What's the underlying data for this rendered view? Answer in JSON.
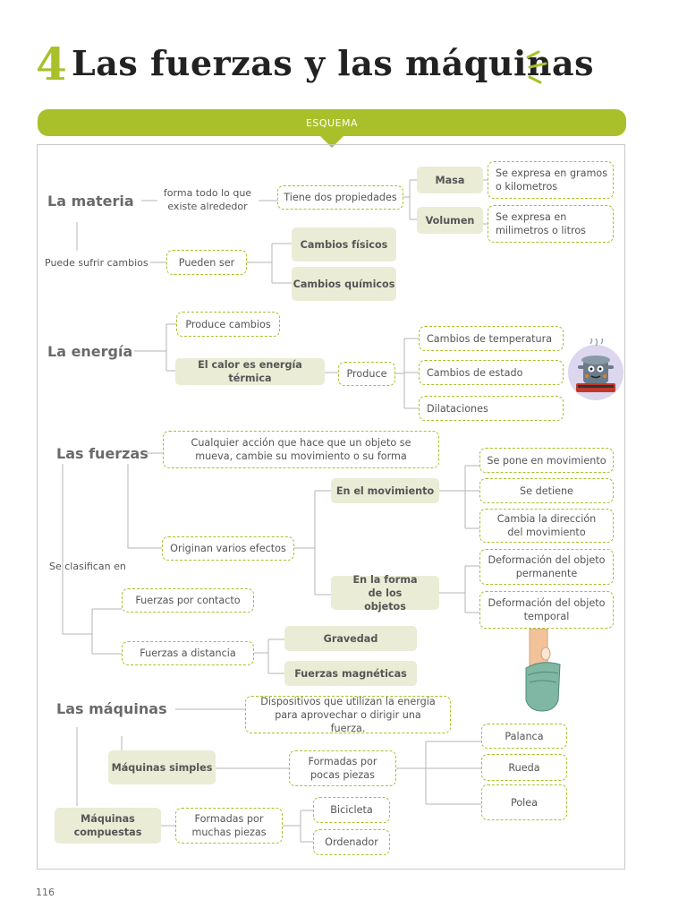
{
  "header": {
    "number": "4",
    "title": "Las fuerzas y las máquinas",
    "banner": "ESQUEMA"
  },
  "materia": {
    "head": "La materia",
    "desc": "forma todo lo que existe alrededor",
    "props": "Tiene dos propiedades",
    "masa": "Masa",
    "masa_desc": "Se expresa en gramos o kilometros",
    "volumen": "Volumen",
    "volumen_desc": "Se expresa en milimetros o litros",
    "cambios_label": "Puede sufrir cambios",
    "pueden_ser": "Pueden ser",
    "fisicos": "Cambios físicos",
    "quimicos": "Cambios químicos"
  },
  "energia": {
    "head": "La energía",
    "produce_cambios": "Produce cambios",
    "calor": "El calor es energía térmica",
    "produce": "Produce",
    "temperatura": "Cambios de temperatura",
    "estado": "Cambios de estado",
    "dilataciones": "Dilataciones"
  },
  "fuerzas": {
    "head": "Las fuerzas",
    "def": "Cualquier acción que hace que un objeto se mueva, cambie su movimiento o su forma",
    "efectos": "Originan varios efectos",
    "movimiento": "En el movimiento",
    "pone": "Se pone en movimiento",
    "detiene": "Se detiene",
    "direccion": "Cambia la dirección del movimiento",
    "forma": "En la forma de los objetos",
    "permanente": "Deformación del objeto permanente",
    "temporal": "Deformación del objeto temporal",
    "clasifican": "Se clasifican en",
    "contacto": "Fuerzas por contacto",
    "distancia": "Fuerzas a distancia",
    "gravedad": "Gravedad",
    "magneticas": "Fuerzas magnéticas"
  },
  "maquinas": {
    "head": "Las máquinas",
    "def": "Dispositivos que utilizan la energía para aprovechar o dirigir una fuerza.",
    "simples": "Máquinas simples",
    "pocas": "Formadas por pocas piezas",
    "palanca": "Palanca",
    "rueda": "Rueda",
    "polea": "Polea",
    "compuestas": "Máquinas compuestas",
    "muchas": "Formadas por muchas piezas",
    "bicicleta": "Bicicleta",
    "ordenador": "Ordenador"
  },
  "page_number": "116",
  "colors": {
    "accent": "#a9c02a",
    "fill": "#eaecd6",
    "line": "#b5b5b5"
  }
}
